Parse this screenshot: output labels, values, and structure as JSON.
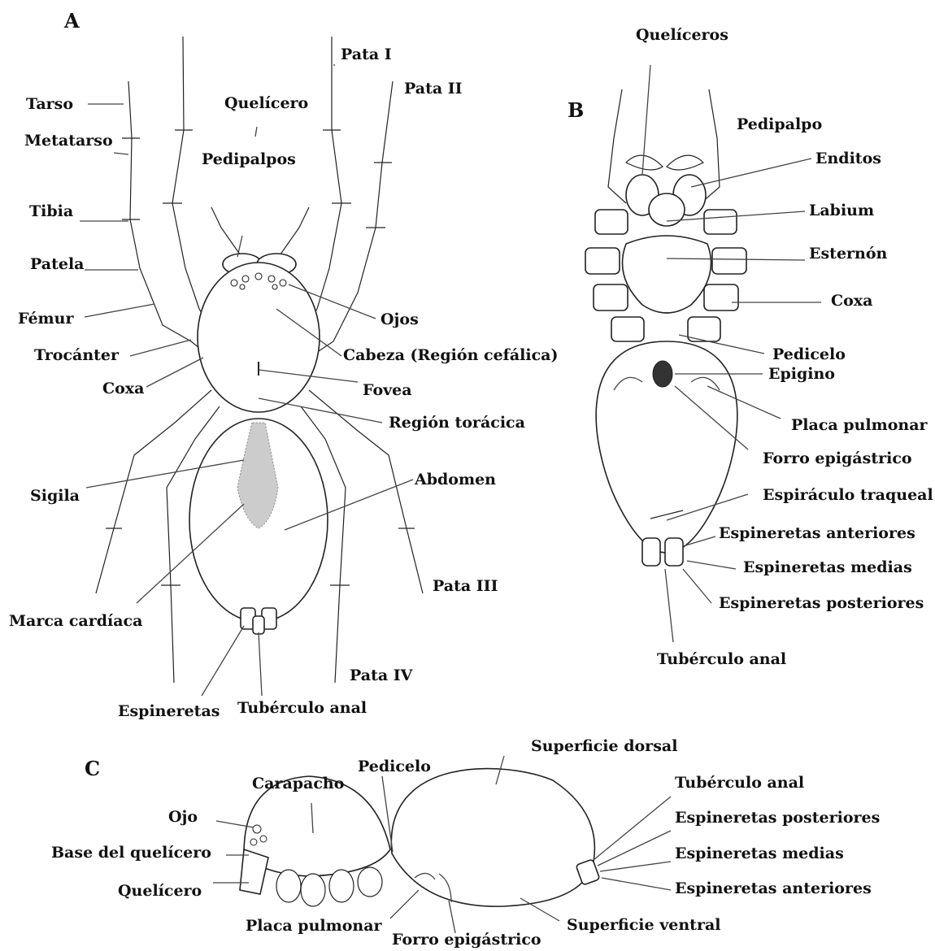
{
  "panels": {
    "a": "A",
    "b": "B",
    "c": "C"
  },
  "panel_a": {
    "tarso": "Tarso",
    "metatarso": "Metatarso",
    "tibia": "Tibia",
    "patela": "Patela",
    "femur": "Fémur",
    "trocanter": "Trocánter",
    "coxa": "Coxa",
    "sigila": "Sigila",
    "marca_cardiaca": "Marca cardíaca",
    "espineretas": "Espineretas",
    "tuberculo_anal": "Tubérculo anal",
    "pata_i": "Pata I",
    "pata_ii": "Pata II",
    "pata_iii": "Pata III",
    "pata_iv": "Pata IV",
    "quelicero": "Quelícero",
    "pedipalpos": "Pedipalpos",
    "ojos": "Ojos",
    "cabeza": "Cabeza (Región cefálica)",
    "fovea": "Fovea",
    "region_toracica": "Región torácica",
    "abdomen": "Abdomen"
  },
  "panel_b": {
    "queliceros": "Quelíceros",
    "pedipalpo": "Pedipalpo",
    "enditos": "Enditos",
    "labium": "Labium",
    "esternon": "Esternón",
    "coxa": "Coxa",
    "pedicelo": "Pedicelo",
    "epigino": "Epigino",
    "placa_pulmonar": "Placa pulmonar",
    "forro_epigastrico": "Forro epigástrico",
    "espiraculo_traqueal": "Espiráculo traqueal",
    "espineretas_anteriores": "Espineretas anteriores",
    "espineretas_medias": "Espineretas medias",
    "espineretas_posteriores": "Espineretas posteriores",
    "tuberculo_anal": "Tubérculo anal"
  },
  "panel_c": {
    "superficie_dorsal": "Superficie dorsal",
    "pedicelo": "Pedicelo",
    "carapacho": "Carapacho",
    "ojo": "Ojo",
    "base_quelicero": "Base del quelícero",
    "quelicero": "Quelícero",
    "placa_pulmonar": "Placa pulmonar",
    "forro_epigastrico": "Forro epigástrico",
    "superficie_ventral": "Superficie ventral",
    "tuberculo_anal": "Tubérculo anal",
    "espineretas_posteriores": "Espineretas posteriores",
    "espineretas_medias": "Espineretas medias",
    "espineretas_anteriores": "Espineretas anteriores"
  }
}
